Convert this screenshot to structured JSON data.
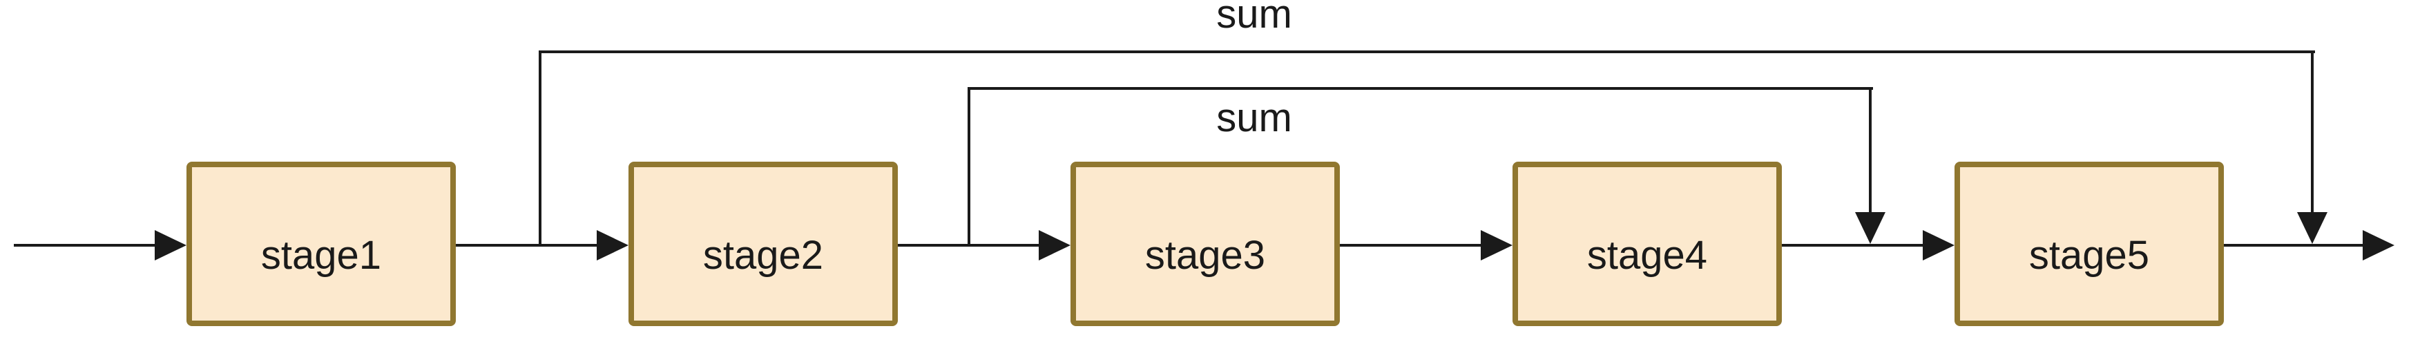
{
  "diagram": {
    "stages": [
      {
        "label": "stage1"
      },
      {
        "label": "stage2"
      },
      {
        "label": "stage3"
      },
      {
        "label": "stage4"
      },
      {
        "label": "stage5"
      }
    ],
    "skip_connections": [
      {
        "label": "sum",
        "from": "stage1-output",
        "to": "stage5-output"
      },
      {
        "label": "sum",
        "from": "stage2-output",
        "to": "stage5-input"
      }
    ],
    "colors": {
      "box_fill": "#FCE9CE",
      "box_border": "#907730",
      "line": "#1A1A1A",
      "text": "#1A1A1A",
      "background": "#FFFFFF"
    }
  }
}
